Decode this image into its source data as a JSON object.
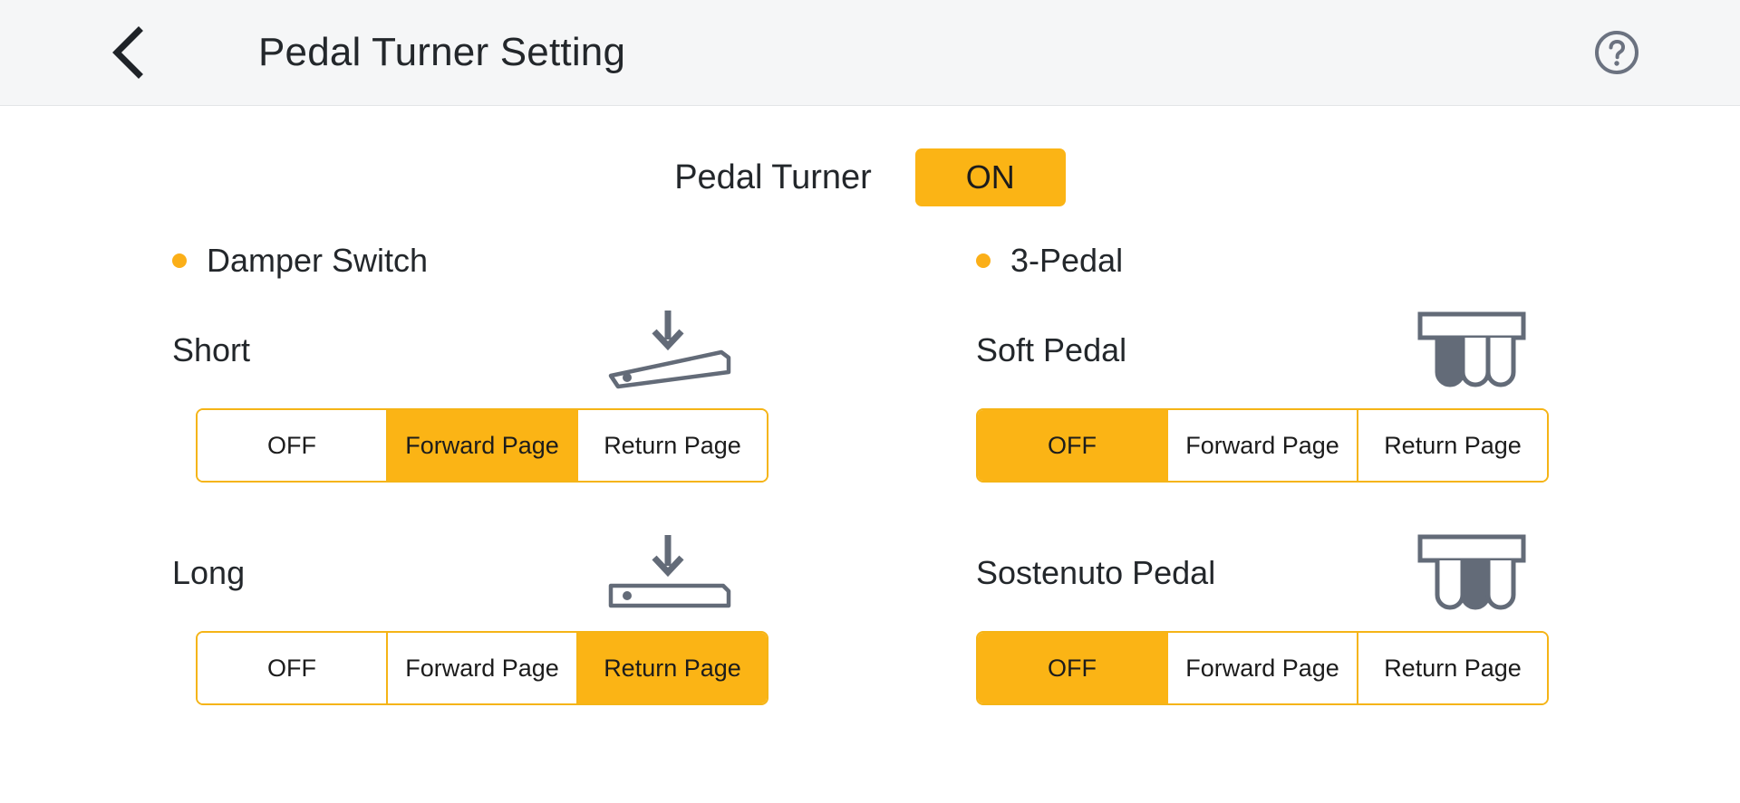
{
  "header": {
    "title": "Pedal Turner Setting",
    "back_icon": "chevron-left-icon",
    "help_icon": "question-circle-icon"
  },
  "master": {
    "label": "Pedal Turner",
    "toggle_value": "ON"
  },
  "colors": {
    "accent": "#FBB415",
    "accent_bullet": "#FBAF18",
    "border": "#F5B416",
    "text": "#23272B",
    "icon_gray": "#6B7280",
    "header_bg": "#F5F6F7"
  },
  "options": [
    "OFF",
    "Forward Page",
    "Return Page"
  ],
  "sections": [
    {
      "title": "Damper Switch",
      "bullet": "amber-bullet",
      "rows": [
        {
          "name": "Short",
          "icon": "pedal-raised-arrow-down-icon",
          "options": [
            "OFF",
            "Forward Page",
            "Return Page"
          ],
          "selected": 1
        },
        {
          "name": "Long",
          "icon": "pedal-flat-arrow-down-icon",
          "options": [
            "OFF",
            "Forward Page",
            "Return Page"
          ],
          "selected": 2
        }
      ]
    },
    {
      "title": "3-Pedal",
      "bullet": "amber-bullet",
      "rows": [
        {
          "name": "Soft Pedal",
          "icon": "three-pedal-left-highlighted-icon",
          "options": [
            "OFF",
            "Forward Page",
            "Return Page"
          ],
          "selected": 0
        },
        {
          "name": "Sostenuto Pedal",
          "icon": "three-pedal-middle-highlighted-icon",
          "options": [
            "OFF",
            "Forward Page",
            "Return Page"
          ],
          "selected": 0
        }
      ]
    }
  ]
}
